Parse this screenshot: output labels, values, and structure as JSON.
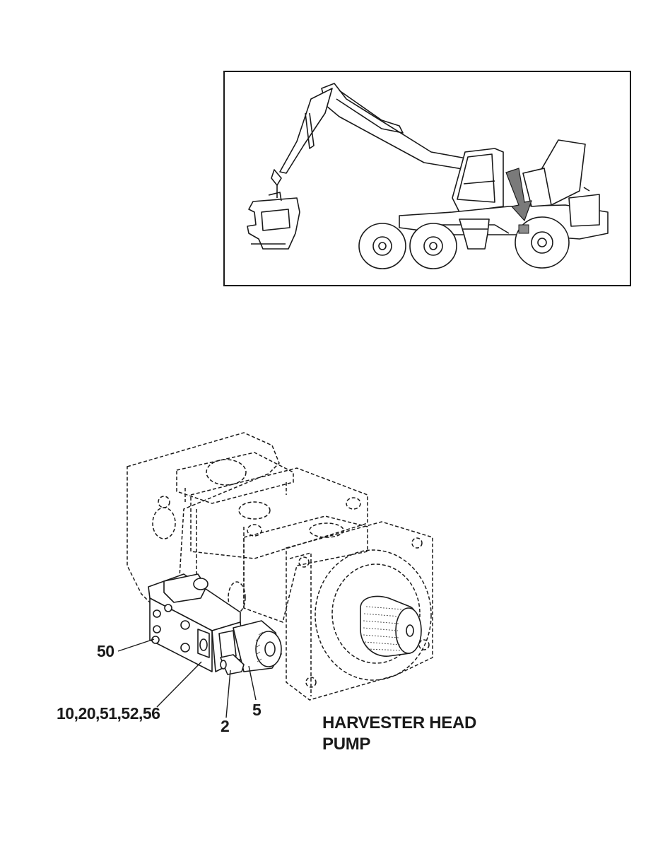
{
  "callouts": {
    "c50": "50",
    "c10": "10,20,51,52,56",
    "c2": "2",
    "c5": "5"
  },
  "caption": {
    "line1": "HARVESTER HEAD",
    "line2": "PUMP"
  },
  "colors": {
    "ink": "#1a1a1a",
    "arrow": "#7a7a7a",
    "highlight": "#8c8c8c"
  }
}
